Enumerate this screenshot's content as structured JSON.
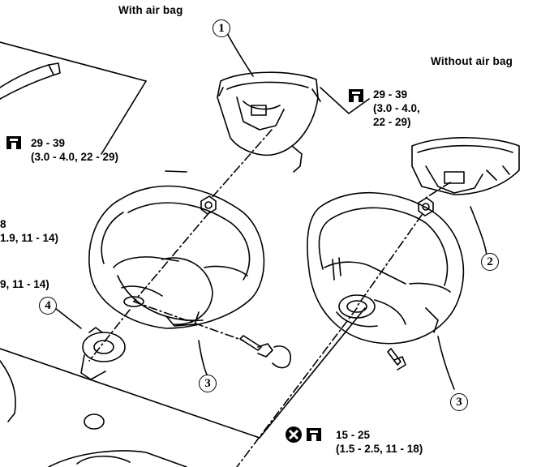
{
  "headings": {
    "with_air_bag": "With air bag",
    "without_air_bag": "Without air bag"
  },
  "callouts": [
    "1",
    "2",
    "3",
    "3",
    "4"
  ],
  "torque_specs": {
    "airbag_nut_left": {
      "line1": "29 - 39",
      "line2": "(3.0 - 4.0, 22 - 29)"
    },
    "airbag_nut_right": {
      "line1": "29 - 39",
      "line2": "(3.0 - 4.0,",
      "line3": "22 - 29)"
    },
    "bolt_bottom": {
      "line1": "15 - 25",
      "line2": "(1.5 - 2.5, 11 - 18)"
    },
    "partial_left_1": {
      "line1": "8",
      "line2": "1.9, 11 - 14)"
    },
    "partial_left_2": {
      "line1": "9, 11 - 14)"
    }
  },
  "icons": [
    "torque-wrench-icon",
    "do-not-reuse-icon"
  ]
}
